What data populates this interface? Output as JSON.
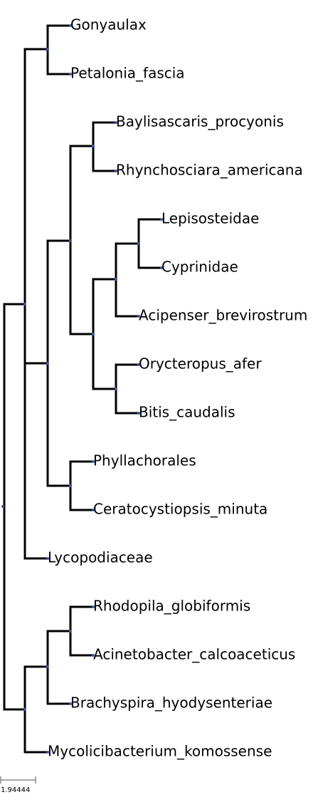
{
  "tree": {
    "leaves": [
      {
        "id": "gonyaulax",
        "label": "Gonyaulax"
      },
      {
        "id": "petalonia",
        "label": "Petalonia_fascia"
      },
      {
        "id": "baylisascaris",
        "label": "Baylisascaris_procyonis"
      },
      {
        "id": "rhynchosciara",
        "label": "Rhynchosciara_americana"
      },
      {
        "id": "lepisosteidae",
        "label": "Lepisosteidae"
      },
      {
        "id": "cyprinidae",
        "label": "Cyprinidae"
      },
      {
        "id": "acipenser",
        "label": "Acipenser_brevirostrum"
      },
      {
        "id": "orycteropus",
        "label": "Orycteropus_afer"
      },
      {
        "id": "bitis",
        "label": "Bitis_caudalis"
      },
      {
        "id": "phyllachorales",
        "label": "Phyllachorales"
      },
      {
        "id": "ceratocystiopsis",
        "label": "Ceratocystiopsis_minuta"
      },
      {
        "id": "lycopodiaceae",
        "label": "Lycopodiaceae"
      },
      {
        "id": "rhodopila",
        "label": "Rhodopila_globiformis"
      },
      {
        "id": "acinetobacter",
        "label": "Acinetobacter_calcoaceticus"
      },
      {
        "id": "brachyspira",
        "label": "Brachyspira_hyodysenteriae"
      },
      {
        "id": "mycolicibacterium",
        "label": "Mycolicibacterium_komossense"
      }
    ],
    "scale_bar": {
      "label": "1.94444"
    },
    "colors": {
      "branch": "#000000",
      "node": "#3f51b5"
    }
  }
}
